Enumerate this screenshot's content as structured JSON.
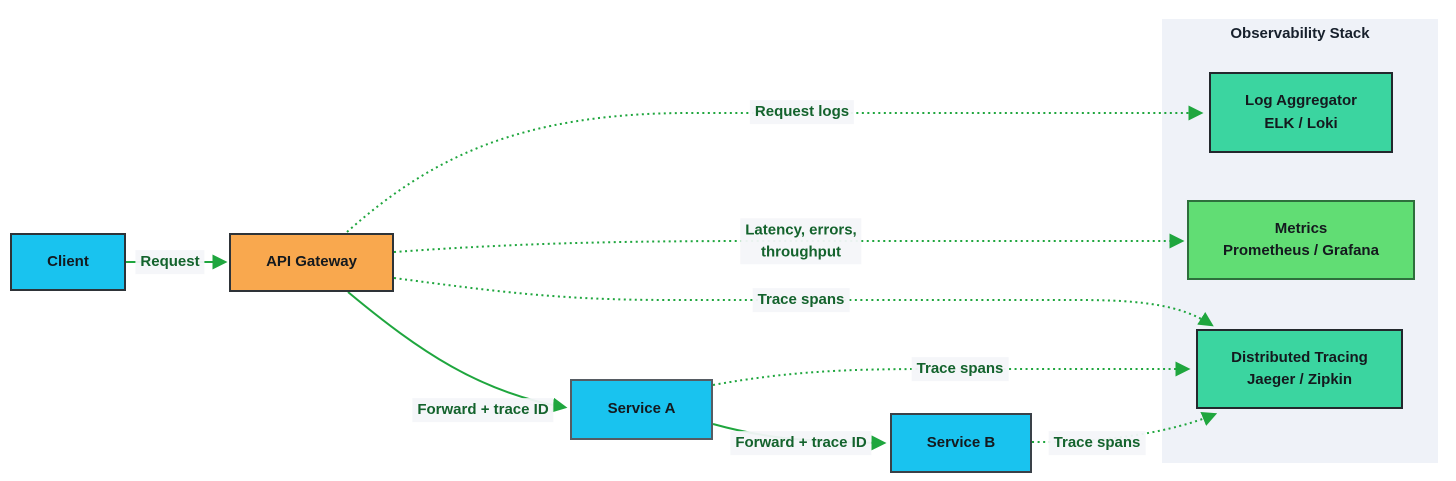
{
  "diagram": {
    "panel_title": "Observability Stack",
    "nodes": {
      "client": {
        "label": "Client"
      },
      "api_gateway": {
        "label": "API Gateway"
      },
      "service_a": {
        "label": "Service A"
      },
      "service_b": {
        "label": "Service B"
      },
      "log_aggregator": {
        "line1": "Log Aggregator",
        "line2": "ELK / Loki"
      },
      "metrics": {
        "line1": "Metrics",
        "line2": "Prometheus / Grafana"
      },
      "distributed_tracing": {
        "line1": "Distributed Tracing",
        "line2": "Jaeger / Zipkin"
      }
    },
    "edges": {
      "request": {
        "label": "Request",
        "style": "solid",
        "from": "client",
        "to": "api_gateway"
      },
      "request_logs": {
        "label": "Request logs",
        "style": "dotted",
        "from": "api_gateway",
        "to": "log_aggregator"
      },
      "latency_metrics": {
        "line1": "Latency, errors,",
        "line2": "throughput",
        "style": "dotted",
        "from": "api_gateway",
        "to": "metrics"
      },
      "gateway_trace_spans": {
        "label": "Trace spans",
        "style": "dotted",
        "from": "api_gateway",
        "to": "distributed_tracing"
      },
      "forward_trace_a": {
        "label": "Forward + trace ID",
        "style": "solid",
        "from": "api_gateway",
        "to": "service_a"
      },
      "service_a_trace_spans": {
        "label": "Trace spans",
        "style": "dotted",
        "from": "service_a",
        "to": "distributed_tracing"
      },
      "forward_trace_b": {
        "label": "Forward + trace ID",
        "style": "solid",
        "from": "service_a",
        "to": "service_b"
      },
      "service_b_trace_spans": {
        "label": "Trace spans",
        "style": "dotted",
        "from": "service_b",
        "to": "distributed_tracing"
      }
    },
    "colors": {
      "node_cyan": "#19C3EF",
      "node_orange": "#F9A84E",
      "node_teal": "#3BD5A0",
      "node_light_green": "#61DD74",
      "panel_background": "#EFF2F8",
      "edge_green": "#1FA63E",
      "edge_label_green": "#14632D"
    }
  }
}
